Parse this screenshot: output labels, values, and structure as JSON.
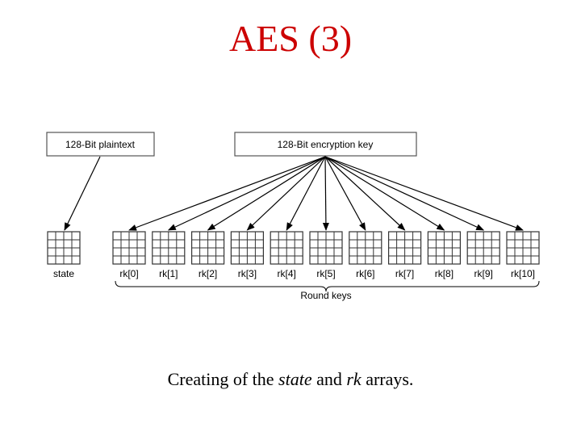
{
  "title": "AES (3)",
  "colors": {
    "title": "#cc0000",
    "ink": "#000000",
    "box_border": "#555555",
    "grid": "#333333"
  },
  "diagram": {
    "plaintext_label": "128-Bit plaintext",
    "key_label": "128-Bit encryption key",
    "state_label": "state",
    "round_key_labels": [
      "rk[0]",
      "rk[1]",
      "rk[2]",
      "rk[3]",
      "rk[4]",
      "rk[5]",
      "rk[6]",
      "rk[7]",
      "rk[8]",
      "rk[9]",
      "rk[10]"
    ],
    "grid_rows": 4,
    "grid_cols": 4,
    "bracket_label": "Round keys"
  },
  "caption": {
    "part1": "Creating of the ",
    "part2": "state",
    "part3": " and ",
    "part4": "rk",
    "part5": " arrays."
  }
}
